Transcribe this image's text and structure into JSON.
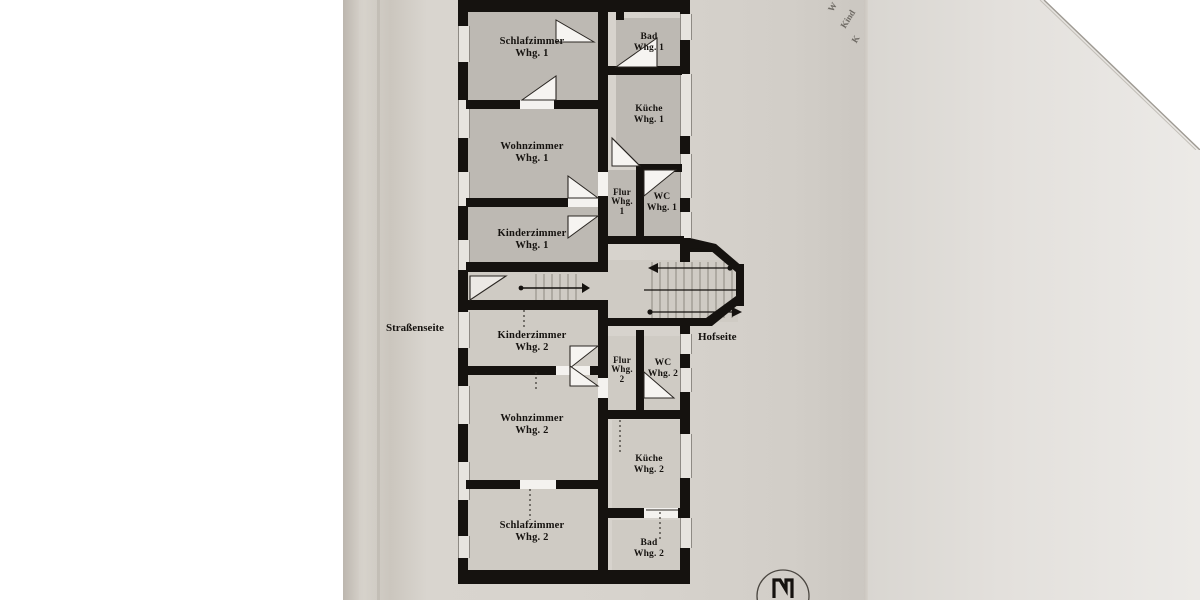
{
  "document": {
    "type": "floor-plan",
    "description": "Gescannter Grundriss eines Mehrfamilienhaus-Geschosses mit zwei Wohnungen",
    "orientation_marker": "N"
  },
  "side_labels": {
    "left": "Straßenseite",
    "right": "Hofseite"
  },
  "corner_text": {
    "line1": "W",
    "line2": "Kind",
    "line3": "K"
  },
  "apartments": [
    {
      "id": "whg-1",
      "name": "Whg. 1",
      "position": "oben",
      "rooms": [
        {
          "key": "schlafzimmer-1",
          "name": "Schlafzimmer",
          "unit": "Whg. 1"
        },
        {
          "key": "wohnzimmer-1",
          "name": "Wohnzimmer",
          "unit": "Whg. 1"
        },
        {
          "key": "kinderzimmer-1",
          "name": "Kinderzimmer",
          "unit": "Whg. 1"
        },
        {
          "key": "bad-1",
          "name": "Bad",
          "unit": "Whg. 1"
        },
        {
          "key": "kueche-1",
          "name": "Küche",
          "unit": "Whg. 1"
        },
        {
          "key": "flur-1",
          "name": "Flur",
          "unit": "Whg.",
          "unit2": "1"
        },
        {
          "key": "wc-1",
          "name": "WC",
          "unit": "Whg. 1"
        }
      ]
    },
    {
      "id": "whg-2",
      "name": "Whg. 2",
      "position": "unten",
      "rooms": [
        {
          "key": "kinderzimmer-2",
          "name": "Kinderzimmer",
          "unit": "Whg. 2"
        },
        {
          "key": "wohnzimmer-2",
          "name": "Wohnzimmer",
          "unit": "Whg. 2"
        },
        {
          "key": "schlafzimmer-2",
          "name": "Schlafzimmer",
          "unit": "Whg. 2"
        },
        {
          "key": "flur-2",
          "name": "Flur",
          "unit": "Whg.",
          "unit2": "2"
        },
        {
          "key": "wc-2",
          "name": "WC",
          "unit": "Whg. 2"
        },
        {
          "key": "kueche-2",
          "name": "Küche",
          "unit": "Whg. 2"
        },
        {
          "key": "bad-2",
          "name": "Bad",
          "unit": "Whg. 2"
        }
      ]
    }
  ],
  "stairwell": {
    "label": "",
    "features": [
      "Treppenlauf",
      "Richtungspfeile",
      "Podest"
    ]
  },
  "colors": {
    "wall": "#15120f",
    "room_fill_upper": "#bdb9b3",
    "room_fill_lower": "#cfcbc4",
    "paper": "#d7d3cd",
    "ink": "#15120f"
  }
}
